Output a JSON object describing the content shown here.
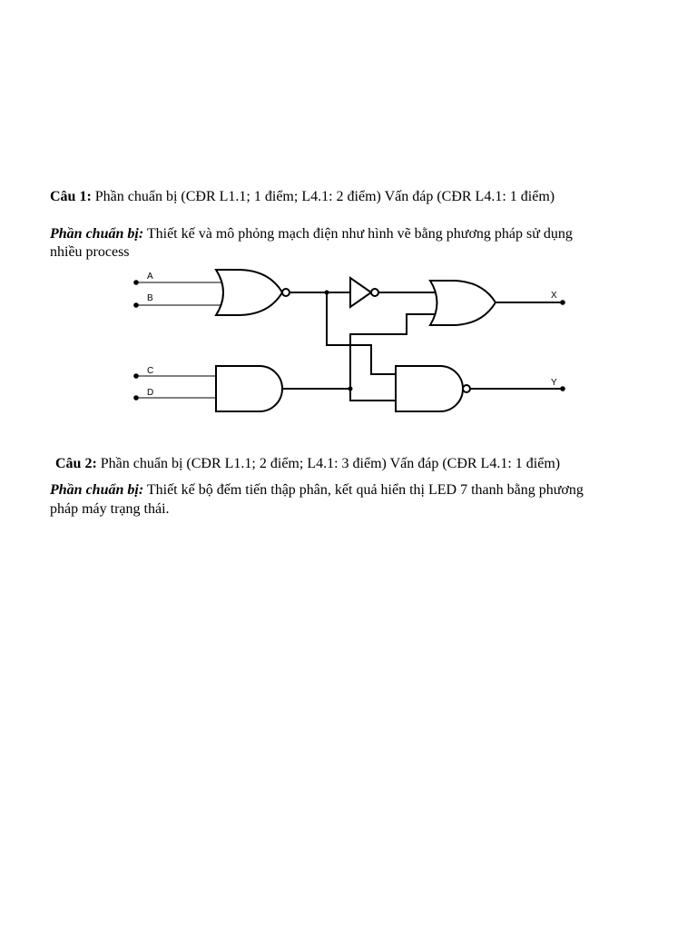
{
  "question1": {
    "label": "Câu 1:",
    "header_text": " Phần chuẩn bị (CĐR L1.1; 1 điểm; L4.1: 2 điểm) Vấn đáp (CĐR L4.1: 1 điểm)",
    "prep_label": "Phần chuẩn bị:",
    "prep_text_line1": "  Thiết kế và mô phỏng mạch điện như hình vẽ bằng phương pháp sử dụng",
    "prep_text_line2": "nhiều process"
  },
  "circuit": {
    "input_a": "A",
    "input_b": "B",
    "input_c": "C",
    "input_d": "D",
    "output_x": "X",
    "output_y": "Y",
    "gates": [
      "NOR",
      "NOT",
      "OR",
      "AND",
      "NAND"
    ]
  },
  "question2": {
    "label": "Câu 2:",
    "header_text": " Phần chuẩn bị (CĐR L1.1; 2 điểm; L4.1: 3 điểm) Vấn đáp (CĐR L4.1: 1 điểm)",
    "prep_label": "Phần chuẩn bị:",
    "prep_text_line1": " Thiết kế bộ đếm tiến thập phân, kết quả hiển thị LED 7 thanh bằng phương",
    "prep_text_line2": "pháp máy trạng thái."
  }
}
